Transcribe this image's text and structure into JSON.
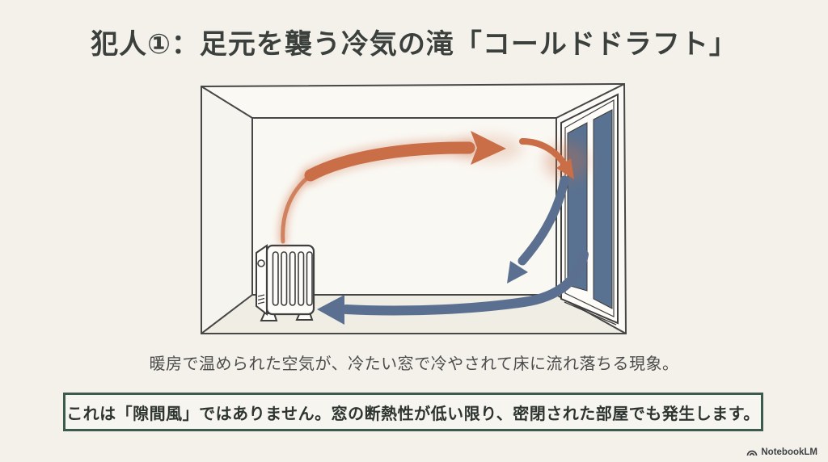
{
  "slide": {
    "title": "犯人①：足元を襲う冷気の滝「コールドドラフト」",
    "caption": "暖房で温められた空気が、冷たい窓で冷やされて床に流れ落ちる現象。",
    "callout": "これは「隙間風」ではありません。窓の断熱性が低い限り、密閉された部屋でも発生します。",
    "footer_brand": "NotebookLM"
  },
  "diagram": {
    "scene": "room-perspective-with-heater-and-window",
    "elements": [
      "oil-heater",
      "sliding-window",
      "warm-air-arrow",
      "cold-draft-arrow-down-window",
      "cold-draft-arrow-along-floor"
    ],
    "colors": {
      "warm_air": "#c96e47",
      "cold_air": "#5b7090",
      "window_glass": "#5a7291",
      "outline": "#474747",
      "wall": "#faf8f3",
      "floor": "#f0ede4"
    }
  },
  "theme": {
    "background": "#f3f1ea",
    "title_text": "#3b403d",
    "caption_text": "#4c4c4c",
    "callout_border": "#3c5a4d",
    "callout_bg": "#f7f5ef",
    "callout_text": "#2e3531",
    "footer_text": "#3e4245"
  }
}
